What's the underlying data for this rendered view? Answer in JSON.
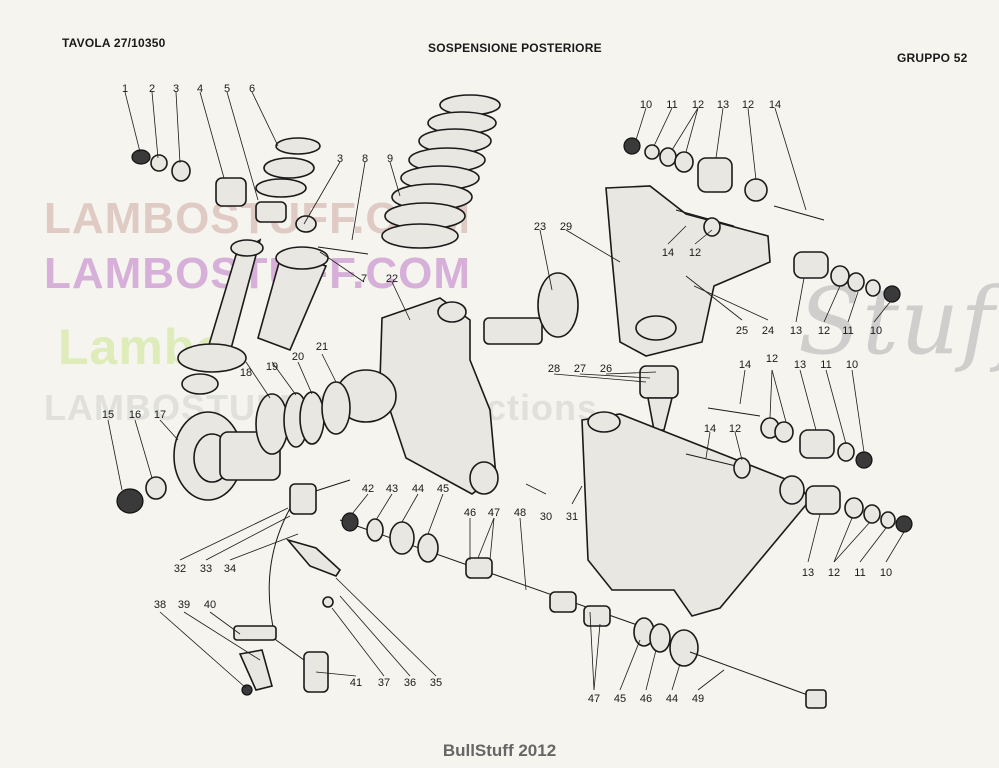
{
  "header": {
    "tavola": "TAVOLA 27/10350",
    "titolo": "SOSPENSIONE POSTERIORE",
    "gruppo": "GRUPPO 52"
  },
  "watermarks": {
    "line1": "LAMBOSTUFF.COM",
    "line2": "LAMBOSTUFF.COM",
    "line3": "LAMBOSTUFF J&J Collections",
    "logo_mid": "Lambo",
    "logo_script": "Stuff"
  },
  "footer": {
    "credit": "BullStuff 2012"
  },
  "callouts": {
    "c01": "1",
    "c02": "2",
    "c03": "3",
    "c04": "4",
    "c05": "5",
    "c06": "6",
    "c07": "3",
    "c08": "8",
    "c09": "9",
    "c10": "7",
    "c11": "22",
    "c12": "23",
    "c13": "29",
    "c14": "10",
    "c15": "11",
    "c16": "12",
    "c17": "13",
    "c18": "12",
    "c19": "14",
    "c20": "14",
    "c21": "12",
    "c22": "25",
    "c23": "24",
    "c24": "13",
    "c25": "12",
    "c26": "11",
    "c27": "10",
    "c28": "18",
    "c29": "19",
    "c30": "20",
    "c31": "21",
    "c32": "15",
    "c33": "16",
    "c34": "17",
    "c35": "28",
    "c36": "27",
    "c37": "26",
    "c38": "14",
    "c39": "12",
    "c40": "13",
    "c41": "11",
    "c42": "10",
    "c43": "14",
    "c44": "12",
    "c45": "32",
    "c46": "33",
    "c47": "34",
    "c48": "42",
    "c49": "43",
    "c50": "44",
    "c51": "45",
    "c52": "46",
    "c53": "47",
    "c54": "48",
    "c55": "30",
    "c56": "31",
    "c57": "13",
    "c58": "12",
    "c59": "11",
    "c60": "10",
    "c61": "38",
    "c62": "39",
    "c63": "40",
    "c64": "41",
    "c65": "37",
    "c66": "36",
    "c67": "35",
    "c68": "47",
    "c69": "45",
    "c70": "46",
    "c71": "44",
    "c72": "49"
  }
}
